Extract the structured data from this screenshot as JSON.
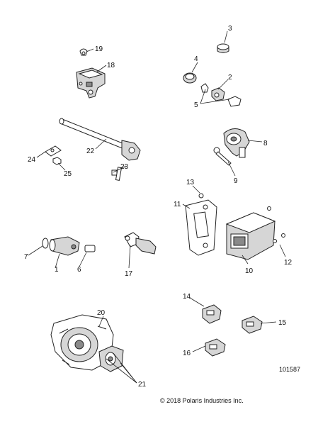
{
  "diagram": {
    "callouts": [
      "1",
      "2",
      "3",
      "4",
      "5",
      "6",
      "7",
      "8",
      "9",
      "10",
      "11",
      "12",
      "13",
      "14",
      "15",
      "16",
      "17",
      "18",
      "19",
      "20",
      "21",
      "22",
      "23",
      "24",
      "25"
    ],
    "reference_number": "101587",
    "copyright": "© 2018 Polaris Industries Inc."
  }
}
